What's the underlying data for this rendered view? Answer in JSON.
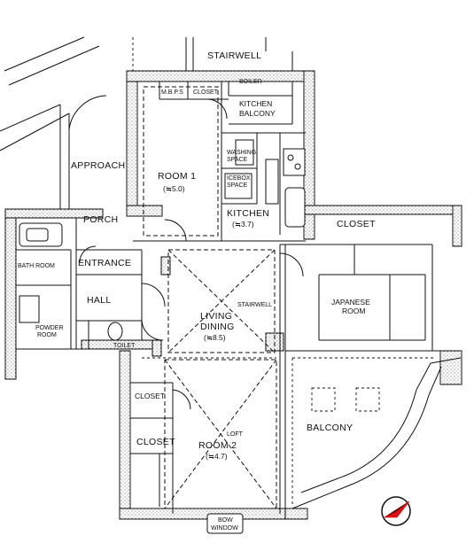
{
  "labels": {
    "stairwell_top": "STAIRWELL",
    "boiler": "BOILER",
    "mbps": "M.B.P.S",
    "closet_small": "CLOSET",
    "kitchen_balcony_1": "KITCHEN",
    "kitchen_balcony_2": "BALCONY",
    "approach": "APPROACH",
    "room1": "ROOM 1",
    "room1_area": "(≒5.0)",
    "washing_space_1": "WASHING",
    "washing_space_2": "SPACE",
    "icebox_space_1": "ICEBOX",
    "icebox_space_2": "SPACE",
    "kitchen": "KITCHEN",
    "kitchen_area": "(≒3.7)",
    "porch": "PORCH",
    "closet_right": "CLOSET",
    "bath_room": "BATH ROOM",
    "entrance": "ENTRANCE",
    "hall": "HALL",
    "stairwell_mid": "STAIRWELL",
    "japanese_room_1": "JAPANESE",
    "japanese_room_2": "ROOM",
    "living_1": "LIVING",
    "living_2": "DINING",
    "living_area": "(≒8.5)",
    "powder_room_1": "POWDER",
    "powder_room_2": "ROOM",
    "toilet": "TOILET",
    "closet_lower": "CLOSET",
    "closet_left": "CLOSET",
    "loft": "LOFT",
    "room2": "ROOM 2",
    "room2_area": "(≒4.7)",
    "balcony": "BALCONY",
    "bow_window_1": "BOW",
    "bow_window_2": "WINDOW"
  },
  "colors": {
    "ink": "#111111",
    "compass_accent": "#e01010"
  },
  "icons": {
    "compass": "north-arrow-icon"
  }
}
